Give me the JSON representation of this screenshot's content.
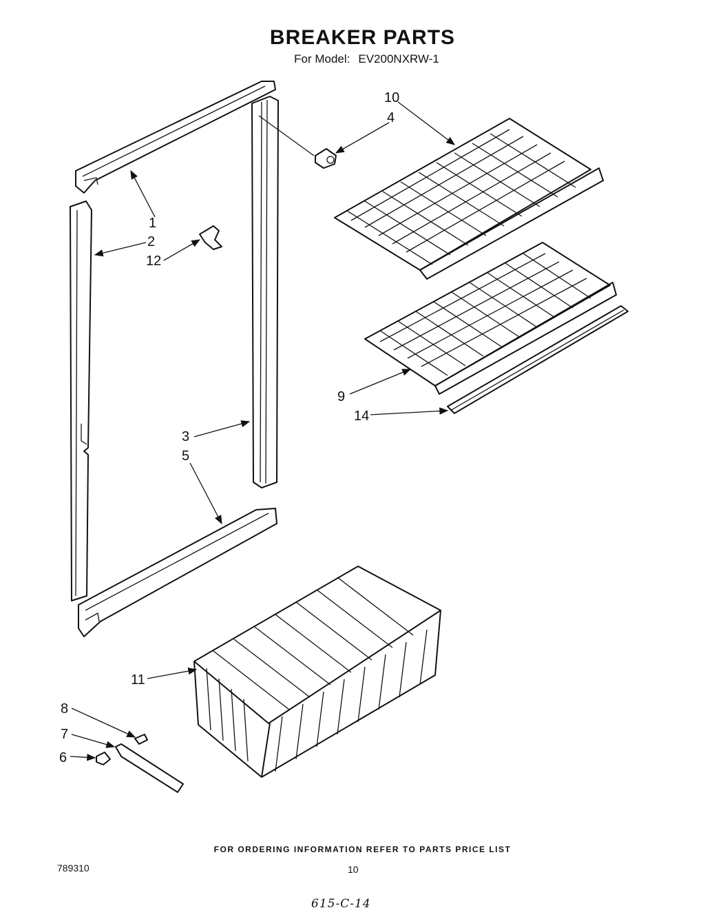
{
  "header": {
    "title": "BREAKER PARTS",
    "model_prefix": "For Model:",
    "model": "EV200NXRW-1"
  },
  "callouts": [
    {
      "id": "1",
      "label": "1"
    },
    {
      "id": "2",
      "label": "2"
    },
    {
      "id": "12",
      "label": "12"
    },
    {
      "id": "10",
      "label": "10"
    },
    {
      "id": "4",
      "label": "4"
    },
    {
      "id": "9",
      "label": "9"
    },
    {
      "id": "14",
      "label": "14"
    },
    {
      "id": "3",
      "label": "3"
    },
    {
      "id": "5",
      "label": "5"
    },
    {
      "id": "11",
      "label": "11"
    },
    {
      "id": "8",
      "label": "8"
    },
    {
      "id": "7",
      "label": "7"
    },
    {
      "id": "6",
      "label": "6"
    }
  ],
  "footer": {
    "ordering_note": "FOR ORDERING INFORMATION REFER TO PARTS PRICE LIST",
    "document_number": "789310",
    "page_number": "10",
    "handwritten_note": "615-C-14"
  }
}
